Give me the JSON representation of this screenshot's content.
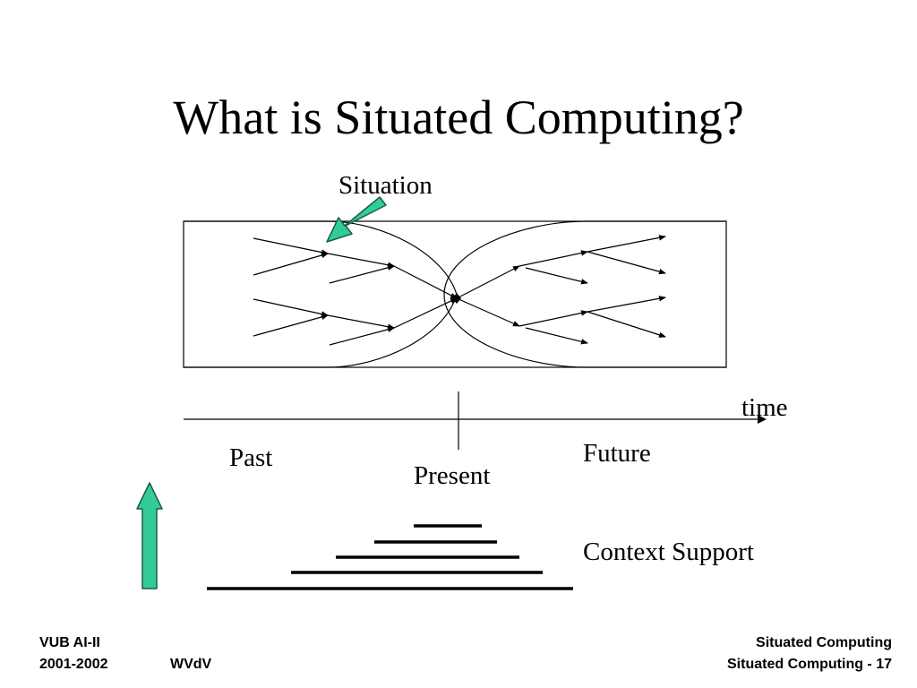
{
  "slide": {
    "title": "What is Situated Computing?",
    "labels": {
      "situation": "Situation",
      "time": "time",
      "past": "Past",
      "present": "Present",
      "future": "Future",
      "context_support": "Context Support"
    },
    "footer": {
      "left_line1": "VUB AI-II",
      "left_line2": "2001-2002",
      "author": "WVdV",
      "right_line1": "Situated Computing",
      "right_line2": "Situated Computing - 17"
    }
  },
  "colors": {
    "arrow_fill": "#33cc99",
    "arrow_stroke": "#1a5c44",
    "ink": "#000000"
  }
}
